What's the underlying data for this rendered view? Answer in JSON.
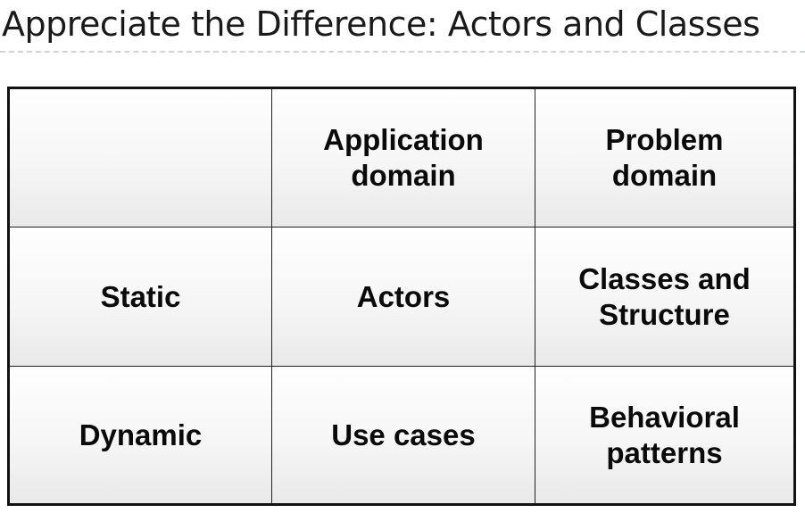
{
  "slide": {
    "title": "Appreciate the Difference: Actors and Classes"
  },
  "table": {
    "header": {
      "corner": "",
      "col1": "Application\ndomain",
      "col2": "Problem\ndomain"
    },
    "rows": [
      {
        "label": "Static",
        "application": "Actors",
        "problem": "Classes and\nStructure"
      },
      {
        "label": "Dynamic",
        "application": "Use cases",
        "problem": "Behavioral\npatterns"
      }
    ]
  }
}
